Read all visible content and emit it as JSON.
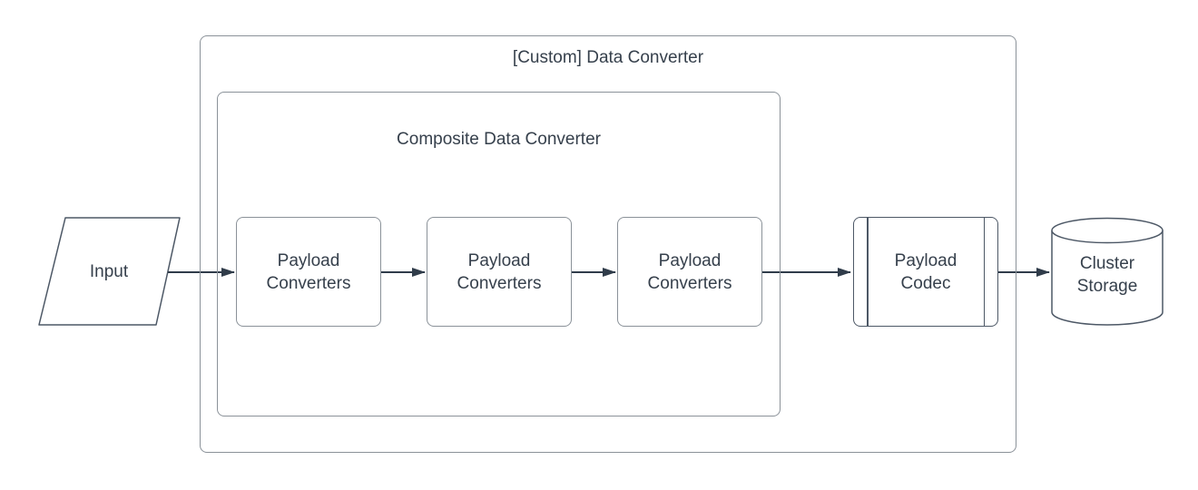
{
  "diagram": {
    "title_note": "Temporal-style data conversion pipeline diagram",
    "outer_container": {
      "label": "[Custom] Data Converter"
    },
    "composite_container": {
      "label": "Composite Data Converter"
    },
    "input_node": {
      "label": "Input"
    },
    "payload_converters": [
      {
        "label": "Payload Converters"
      },
      {
        "label": "Payload Converters"
      },
      {
        "label": "Payload Converters"
      }
    ],
    "payload_codec": {
      "label": "Payload Codec"
    },
    "cluster_storage": {
      "label": "Cluster Storage"
    },
    "colors": {
      "background": "#ffffff",
      "container_border": "#8b9299",
      "shape_border": "#4d5866",
      "text": "#36404c",
      "arrow": "#303c4a"
    }
  }
}
